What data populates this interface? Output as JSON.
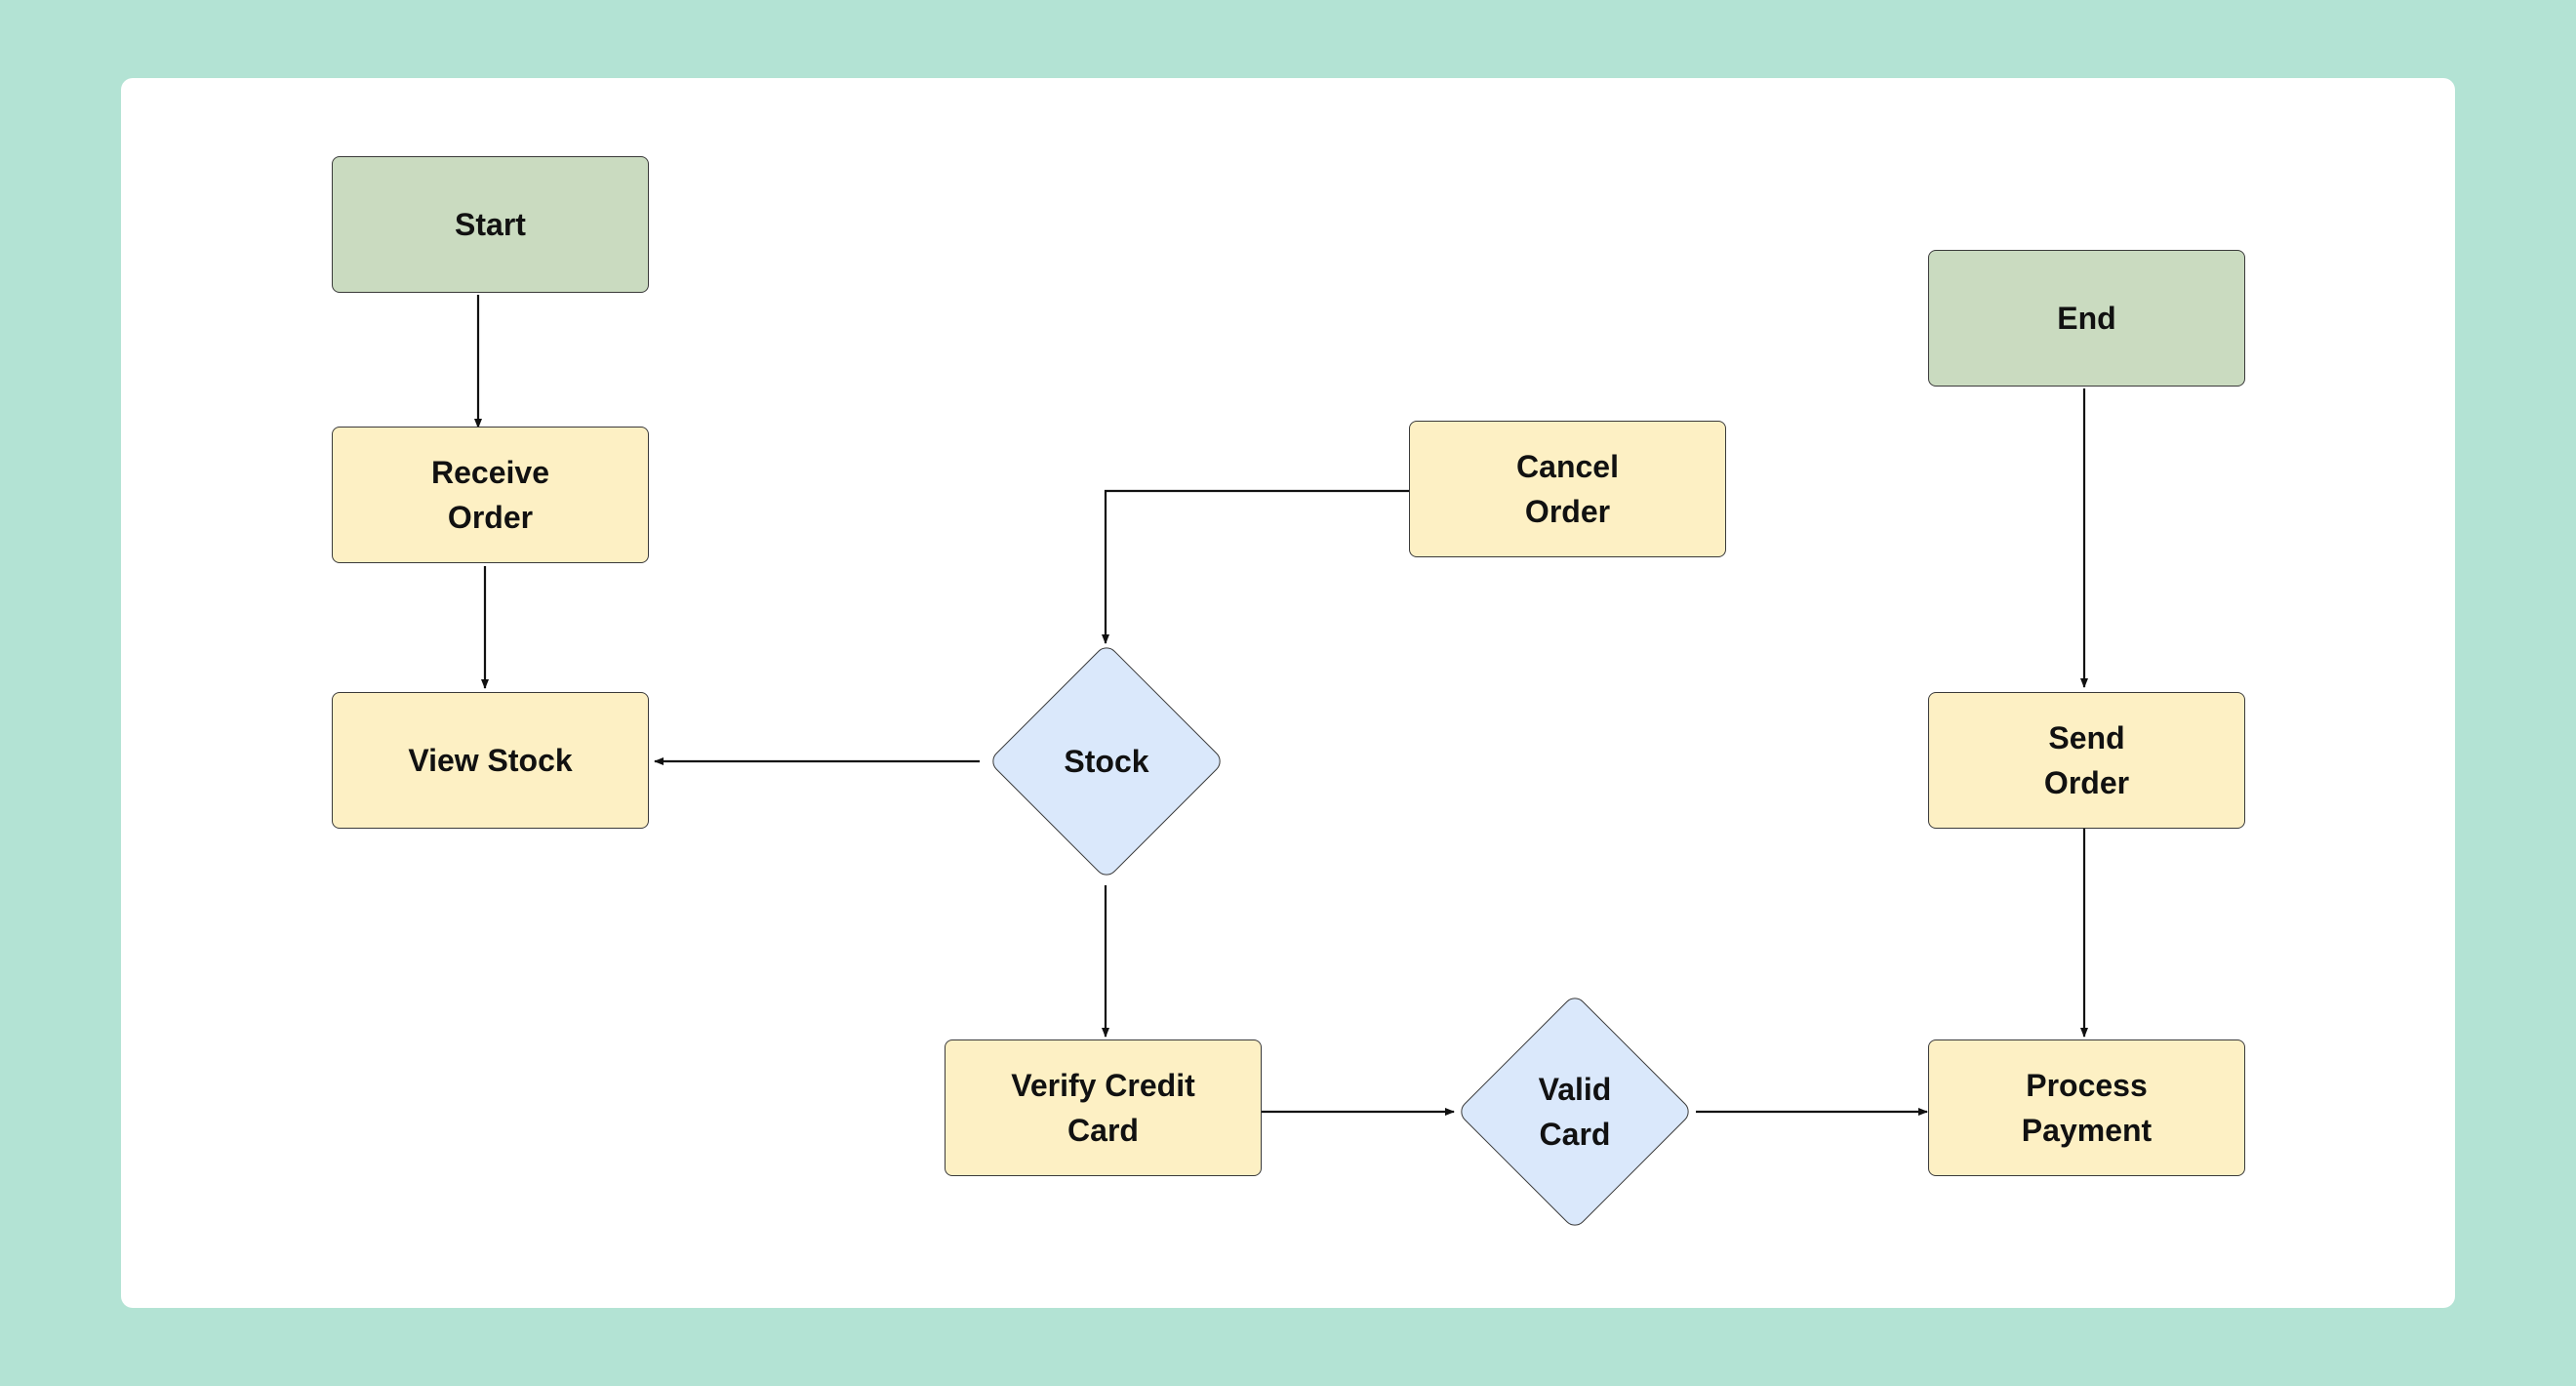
{
  "colors": {
    "background": "#b3e3d4",
    "canvas": "#ffffff",
    "terminal_fill": "#cadbc0",
    "process_fill": "#fdf0c4",
    "decision_fill": "#dae8fb",
    "stroke": "#3a3a3a"
  },
  "nodes": {
    "start": {
      "type": "terminal",
      "lines": [
        "Start"
      ]
    },
    "receive_order": {
      "type": "process",
      "lines": [
        "Receive",
        "Order"
      ]
    },
    "view_stock": {
      "type": "process",
      "lines": [
        "View Stock"
      ]
    },
    "stock": {
      "type": "decision",
      "lines": [
        "Stock"
      ]
    },
    "cancel_order": {
      "type": "process",
      "lines": [
        "Cancel",
        "Order"
      ]
    },
    "verify_credit_card": {
      "type": "process",
      "lines": [
        "Verify Credit",
        "Card"
      ]
    },
    "valid_card": {
      "type": "decision",
      "lines": [
        "Valid",
        "Card"
      ]
    },
    "process_payment": {
      "type": "process",
      "lines": [
        "Process",
        "Payment"
      ]
    },
    "send_order": {
      "type": "process",
      "lines": [
        "Send",
        "Order"
      ]
    },
    "end": {
      "type": "terminal",
      "lines": [
        "End"
      ]
    }
  },
  "edges": [
    {
      "from": "start",
      "to": "receive_order"
    },
    {
      "from": "receive_order",
      "to": "view_stock"
    },
    {
      "from": "stock",
      "to": "view_stock"
    },
    {
      "from": "cancel_order",
      "to": "stock"
    },
    {
      "from": "stock",
      "to": "verify_credit_card"
    },
    {
      "from": "verify_credit_card",
      "to": "valid_card"
    },
    {
      "from": "valid_card",
      "to": "process_payment"
    },
    {
      "from": "send_order",
      "to": "process_payment"
    },
    {
      "from": "end",
      "to": "send_order"
    }
  ]
}
